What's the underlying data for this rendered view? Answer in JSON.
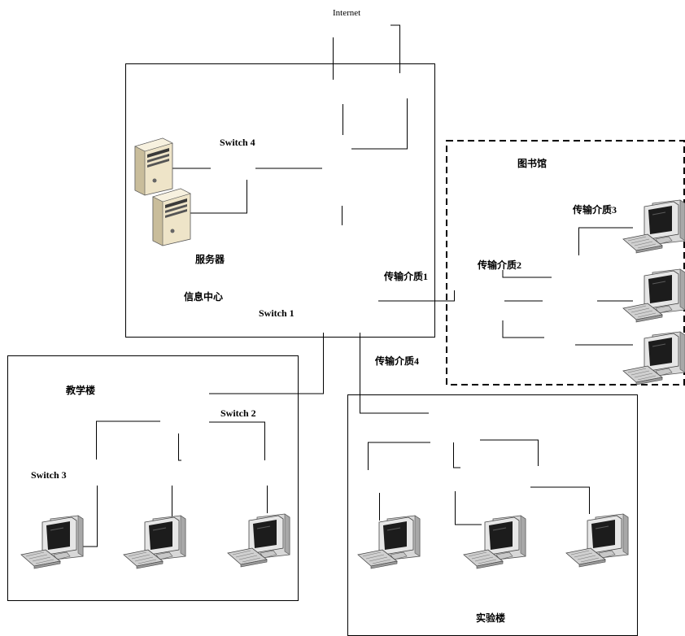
{
  "labels": {
    "internet": "Internet",
    "switch1": "Switch 1",
    "switch2": "Switch 2",
    "switch3": "Switch 3",
    "switch4": "Switch 4",
    "server_group": "服务器",
    "info_center": "信息中心",
    "library": "图书馆",
    "teaching_building": "教学楼",
    "lab_building": "实验楼",
    "medium1": "传输介质1",
    "medium2": "传输介质2",
    "medium3": "传输介质3",
    "medium4": "传输介质4"
  },
  "icons": {
    "server": "server-tower-icon",
    "pc": "desktop-computer-icon"
  }
}
